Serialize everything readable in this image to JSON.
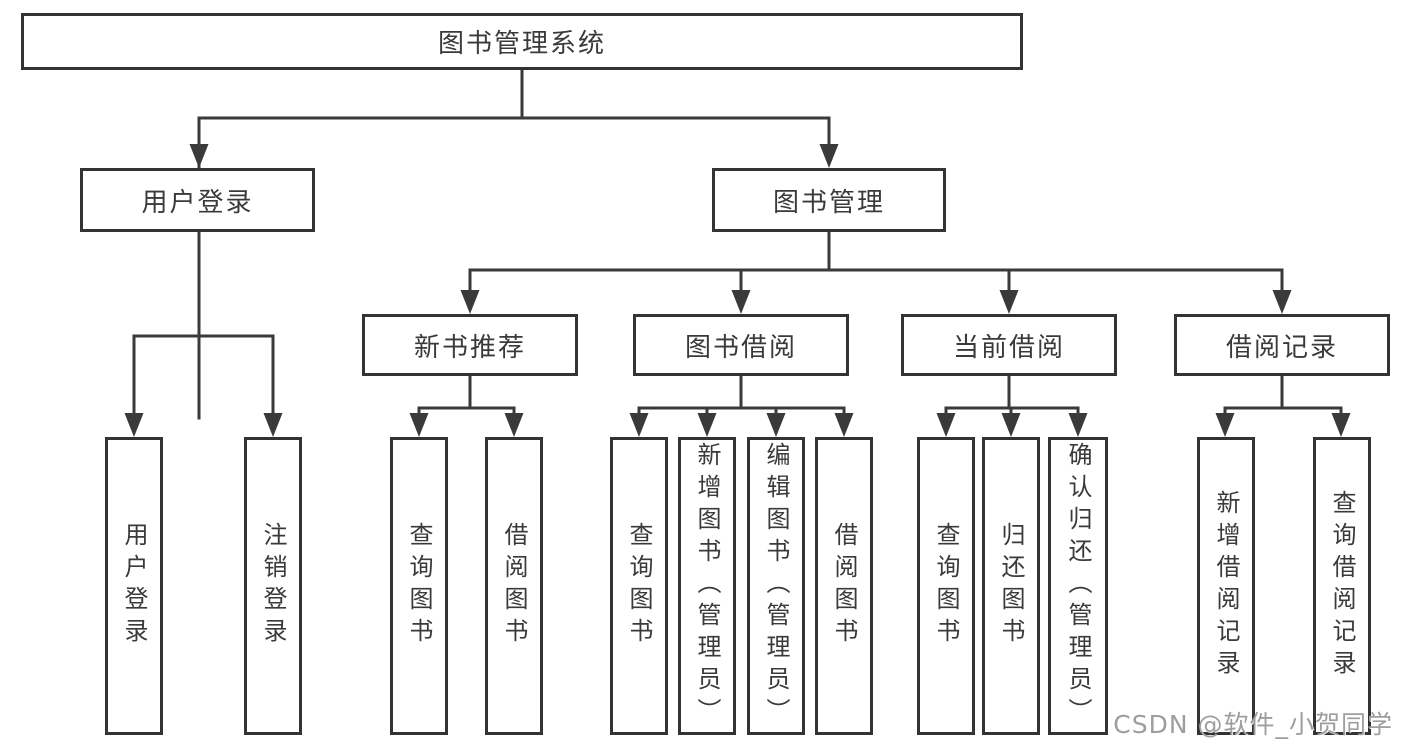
{
  "diagram": {
    "root": {
      "label": "图书管理系统"
    },
    "level2": [
      {
        "label": "用户登录",
        "parent": "图书管理系统"
      },
      {
        "label": "图书管理",
        "parent": "图书管理系统"
      }
    ],
    "level3": [
      {
        "label": "新书推荐",
        "parent": "图书管理"
      },
      {
        "label": "图书借阅",
        "parent": "图书管理"
      },
      {
        "label": "当前借阅",
        "parent": "图书管理"
      },
      {
        "label": "借阅记录",
        "parent": "图书管理"
      }
    ],
    "leaves": [
      {
        "label": "用户登录",
        "parent": "用户登录"
      },
      {
        "label": "注销登录",
        "parent": "用户登录"
      },
      {
        "label": "查询图书",
        "parent": "新书推荐"
      },
      {
        "label": "借阅图书",
        "parent": "新书推荐"
      },
      {
        "label": "查询图书",
        "parent": "图书借阅"
      },
      {
        "label": "新增图书（管理员）",
        "parent": "图书借阅"
      },
      {
        "label": "编辑图书（管理员）",
        "parent": "图书借阅"
      },
      {
        "label": "借阅图书",
        "parent": "图书借阅"
      },
      {
        "label": "查询图书",
        "parent": "当前借阅"
      },
      {
        "label": "归还图书",
        "parent": "当前借阅"
      },
      {
        "label": "确认归还（管理员）",
        "parent": "当前借阅"
      },
      {
        "label": "新增借阅记录",
        "parent": "借阅记录"
      },
      {
        "label": "查询借阅记录",
        "parent": "借阅记录"
      }
    ]
  },
  "watermark": {
    "text": "CSDN @软件_小贺同学"
  },
  "colors": {
    "line": "#3a3a3a",
    "border": "#333333",
    "text": "#3a3a3a",
    "background": "#ffffff",
    "watermark": "#9e9e9e"
  }
}
